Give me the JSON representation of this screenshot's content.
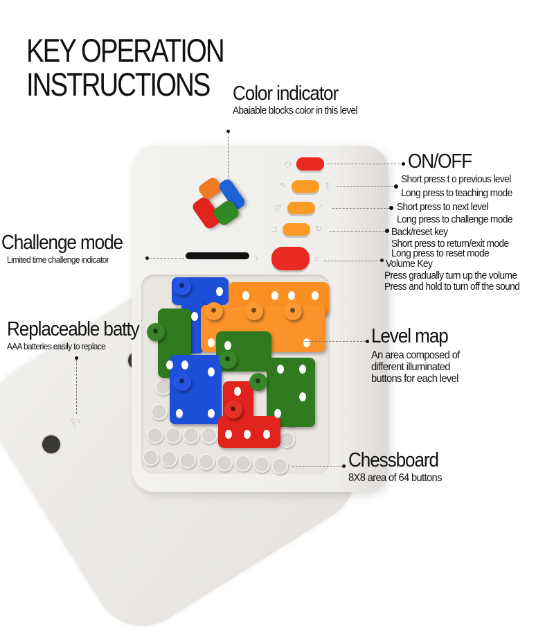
{
  "title": {
    "line1": "KEY OPERATION",
    "line2": "INSTRUCTIONS"
  },
  "callouts": {
    "color_indicator": {
      "heading": "Color indicator",
      "desc": "Abaiable blocks color in this level"
    },
    "on_off": {
      "heading": "ON/OFF",
      "line1": "Short press t o previous level",
      "line2": "Long press to teaching mode"
    },
    "next_key": {
      "line1": "Short press to next level",
      "line2": "Long press to challenge mode"
    },
    "back_reset": {
      "heading": "Back/reset key",
      "line1": "Short press to return/exit mode",
      "line2": "Long press  to reset mode"
    },
    "volume": {
      "heading": "Volume  Key",
      "line1": "Press gradually turn up the volume",
      "line2": "Press and hold to turn off the sound"
    },
    "challenge_mode": {
      "heading": "Challenge mode",
      "desc": "Limited time challenge indicator"
    },
    "battery": {
      "heading": "Replaceable batty",
      "desc": "AAA batteries easily to replace"
    },
    "level_map": {
      "heading": "Level  map",
      "line1": "An area composed of",
      "line2": "different illuminated",
      "line3": "buttons for each level"
    },
    "chessboard": {
      "heading": "Chessboard",
      "desc": "8X8 area of 64 buttons"
    }
  },
  "device": {
    "keys": [
      {
        "name": "power",
        "icon": "power-icon",
        "glyph": "⏻",
        "color": "#e82a22"
      },
      {
        "name": "previous",
        "icon": "previous-level-icon",
        "glyph": "↖",
        "color": "#fb9a24"
      },
      {
        "name": "next",
        "icon": "next-level-icon",
        "glyph": "◜",
        "color": "#fb9a24"
      },
      {
        "name": "reset",
        "icon": "reset-icon",
        "glyph": "↻",
        "color": "#fb9a24"
      },
      {
        "name": "volume",
        "icon": "volume-icon",
        "glyph": "♪",
        "color": "#e82a22"
      }
    ],
    "colors": {
      "red": "#e0231c",
      "orange": "#fb8f22",
      "blue": "#1e4fd8",
      "green": "#2f7a1e",
      "case": "#f1efec"
    }
  }
}
